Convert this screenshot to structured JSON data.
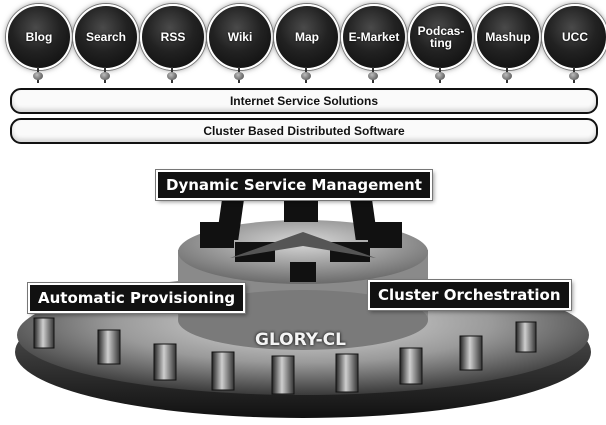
{
  "services": [
    {
      "label": "Blog"
    },
    {
      "label": "Search"
    },
    {
      "label": "RSS"
    },
    {
      "label": "Wiki"
    },
    {
      "label": "Map"
    },
    {
      "label": "E-Market"
    },
    {
      "label": "Podcas-\nting"
    },
    {
      "label": "Mashup"
    },
    {
      "label": "UCC"
    }
  ],
  "bars": {
    "internet": "Internet Service Solutions",
    "cluster": "Cluster Based Distributed Software"
  },
  "tags": {
    "dynamic": "Dynamic Service Management",
    "provisioning": "Automatic Provisioning",
    "orchestration": "Cluster Orchestration"
  },
  "platform_label": "GLORY-CL"
}
